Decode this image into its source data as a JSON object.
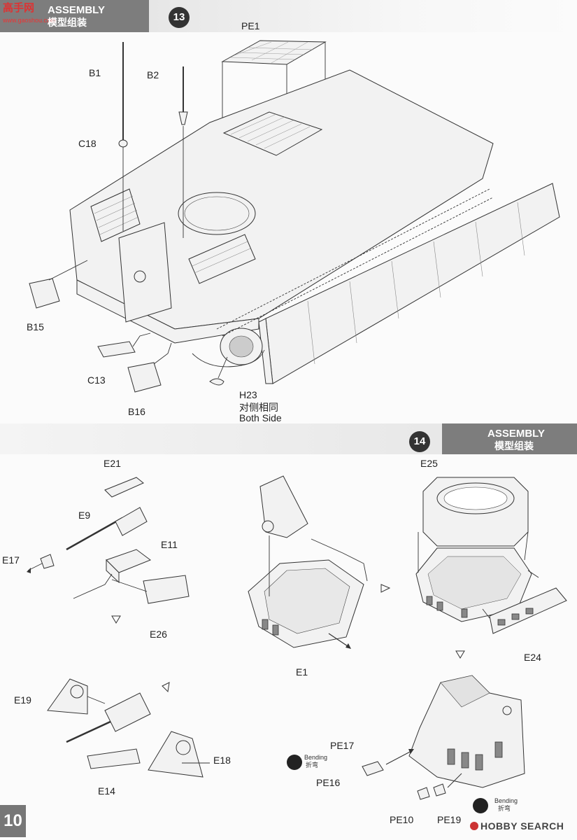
{
  "watermark": {
    "line1": "高手网",
    "line2": "www.gaoshou.com"
  },
  "step13": {
    "banner_en": "ASSEMBLY",
    "banner_cn": "模型组装",
    "number": "13",
    "labels": {
      "pe1": "PE1",
      "b1": "B1",
      "b2": "B2",
      "c18": "C18",
      "b15": "B15",
      "c13": "C13",
      "b16": "B16",
      "h23": "H23",
      "both_cn": "对侧相同",
      "both_en": "Both Side"
    }
  },
  "step14": {
    "banner_en": "ASSEMBLY",
    "banner_cn": "模型组装",
    "number": "14",
    "labels": {
      "e21": "E21",
      "e9": "E9",
      "e17": "E17",
      "e11": "E11",
      "e26": "E26",
      "e19": "E19",
      "e18": "E18",
      "e14": "E14",
      "e1": "E1",
      "e25": "E25",
      "e24": "E24",
      "pe17": "PE17",
      "pe16": "PE16",
      "pe10": "PE10",
      "pe19": "PE19"
    },
    "bending_en": "Bending",
    "bending_cn": "折弯"
  },
  "page_number": "10",
  "footer_brand": "HOBBY SEARCH",
  "colors": {
    "banner_dark": "#7d7d7d",
    "step_circle": "#333333"
  }
}
